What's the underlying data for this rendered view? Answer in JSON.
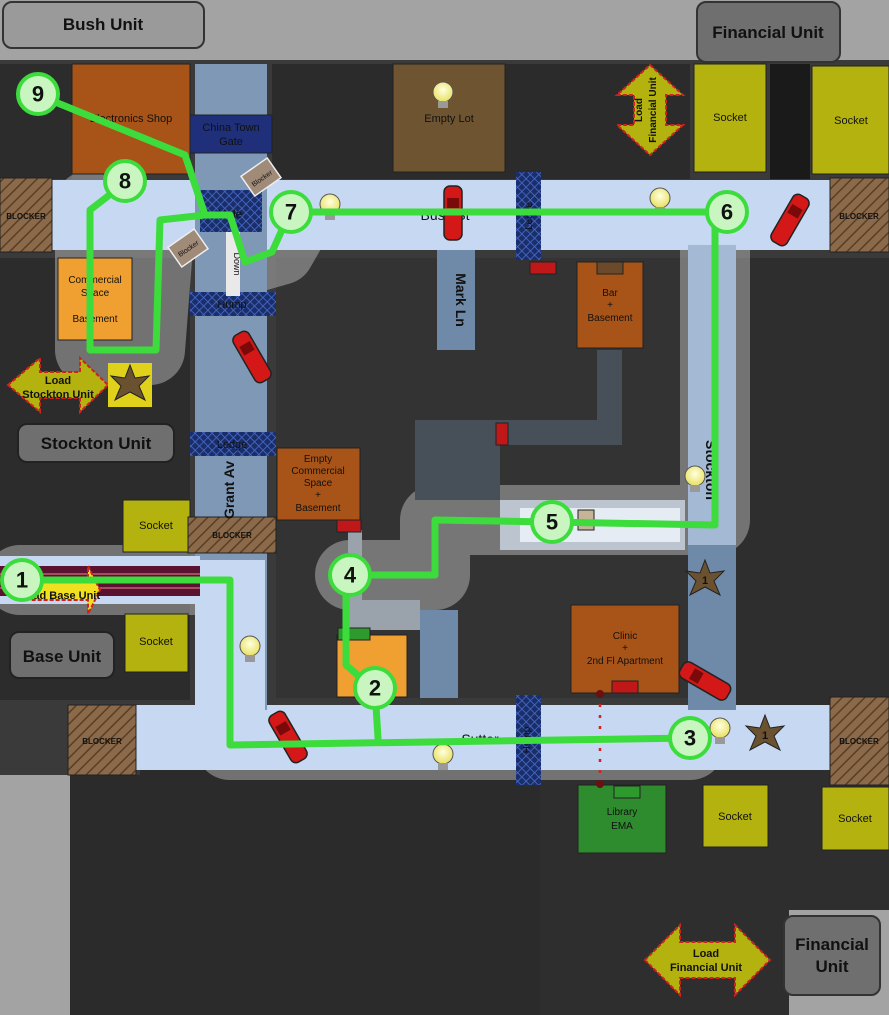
{
  "units": {
    "bush": "Bush Unit",
    "financial_top": "Financial Unit",
    "stockton": "Stockton Unit",
    "base": "Base Unit",
    "financial_bottom_line1": "Financial",
    "financial_bottom_line2": "Unit"
  },
  "arrows": {
    "load_financial_top_line1": "Load",
    "load_financial_top_line2": "Financial Unit",
    "load_stockton_line1": "Load",
    "load_stockton_line2": "Stockton Unit",
    "load_base": "Load Base Unit",
    "load_financial_bottom_line1": "Load",
    "load_financial_bottom_line2": "Financial Unit"
  },
  "buildings": {
    "electronics_shop": "Electronics Shop",
    "china_town_gate_line1": "China Town",
    "china_town_gate_line2": "Gate",
    "empty_lot": "Empty Lot",
    "commercial_line1": "Commercial",
    "commercial_line2": "Space",
    "commercial_line3": "Basement",
    "bar_line1": "Bar",
    "bar_line2": "+",
    "bar_line3": "Basement",
    "empty_commercial_line1": "Empty",
    "empty_commercial_line2": "Commercial",
    "empty_commercial_line3": "Space",
    "empty_commercial_line4": "+",
    "empty_commercial_line5": "Basement",
    "clinic_line1": "Clinic",
    "clinic_line2": "+",
    "clinic_line3": "2nd Fl Apartment",
    "library_line1": "Library",
    "library_line2": "EMA"
  },
  "streets": {
    "bush_st": "Bush St",
    "sutter": "Sutter",
    "mark_ln": "Mark Ln",
    "grant_ave": "Grant Av",
    "stockton": "Stockton"
  },
  "features": {
    "socket": "Socket",
    "blocker": "BLOCKER",
    "hole": "Hole",
    "hump": "Hump",
    "ledge": "Ledge",
    "down": "Down",
    "blocker_small": "Blocker"
  },
  "waypoints": [
    "1",
    "2",
    "3",
    "4",
    "5",
    "6",
    "7",
    "8",
    "9"
  ],
  "star_label": "1",
  "colors": {
    "route": "#3cdc3c",
    "waypoint_fill": "#c8f5c0",
    "path_glow": "#c7d9f2",
    "shadow": "#c8c8c8",
    "street": "#6f8aa8",
    "lot": "#2d2d2d",
    "socket": "#b3b20e",
    "orange": "#f0a030",
    "brown": "#a85418",
    "green_building": "#2e8b2e"
  }
}
